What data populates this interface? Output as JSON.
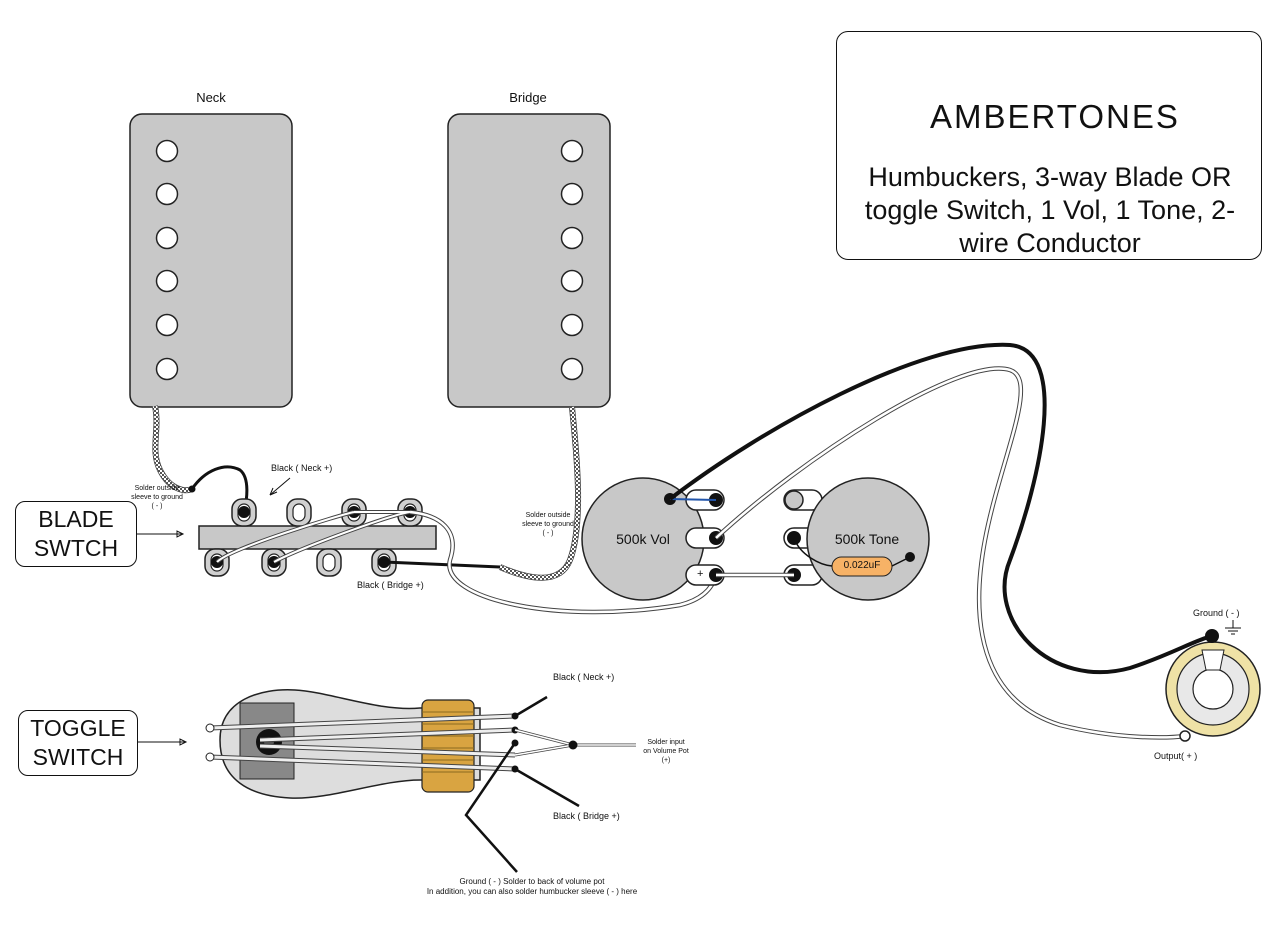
{
  "brand": {
    "logo_text": "AMBERTONES",
    "title": "Humbuckers, 3-way Blade OR toggle Switch, 1 Vol, 1 Tone, 2-wire Conductor"
  },
  "pickups": {
    "neck_label": "Neck",
    "bridge_label": "Bridge"
  },
  "switches": {
    "blade_label_line1": "BLADE",
    "blade_label_line2": "SWTCH",
    "toggle_label_line1": "TOGGLE",
    "toggle_label_line2": "SWITCH"
  },
  "annotations": {
    "blade_black_neck": "Black ( Neck +)",
    "blade_black_bridge": "Black ( Bridge +)",
    "solder_sleeve_neck_1": "Solder outside",
    "solder_sleeve_neck_2": "sleeve to ground",
    "solder_sleeve_neck_3": "( - )",
    "solder_sleeve_bridge_1": "Solder outside",
    "solder_sleeve_bridge_2": "sleeve to ground",
    "solder_sleeve_bridge_3": "( - )",
    "toggle_black_neck": "Black ( Neck +)",
    "toggle_black_bridge": "Black ( Bridge +)",
    "toggle_solder_input_1": "Solder input",
    "toggle_solder_input_2": "on Volume Pot",
    "toggle_solder_input_3": "(+)",
    "toggle_ground_1": "Ground ( - ) Solder to back of volume pot",
    "toggle_ground_2": "In addition, you can also solder humbucker sleeve ( - ) here",
    "jack_ground": "Ground ( - )",
    "jack_output": "Output( + )"
  },
  "controls": {
    "volume_label": "500k Vol",
    "tone_label": "500k Tone",
    "capacitor_label": "0.022uF",
    "vol_plus_mark": "+"
  },
  "colors": {
    "pickup_fill": "#c8c8c8",
    "pot_fill": "#c8c8c8",
    "capacitor_fill": "#f7b266",
    "toggle_coil": "#d9a441",
    "jack_ring": "#efe2a6",
    "wire_black": "#111111"
  }
}
